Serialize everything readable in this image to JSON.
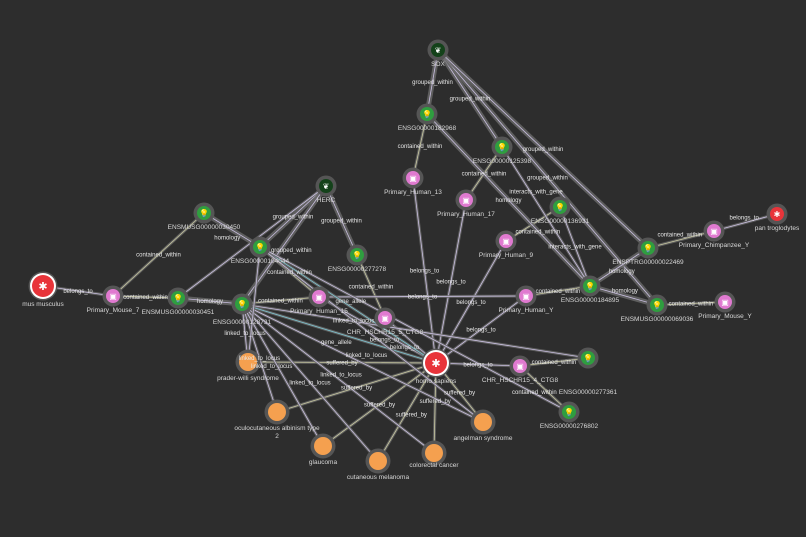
{
  "colors": {
    "background": "#2d2d2d",
    "gene": "#2f9e3f",
    "gene_group": "#14421a",
    "chromosome": "#e07ad0",
    "species": "#e8343a",
    "disease": "#f5a04f",
    "edge": "#6a6a6a",
    "edge_light": "#c8c8a0"
  },
  "nodes": [
    {
      "id": "sox",
      "label": "SOX",
      "type": "gene_group",
      "icon": "leaf-icon"
    },
    {
      "id": "herc",
      "label": "HERC",
      "type": "gene_group",
      "icon": "leaf-icon"
    },
    {
      "id": "g182968",
      "label": "ENSG00000182968",
      "type": "gene",
      "icon": "lightbulb-icon"
    },
    {
      "id": "g125398",
      "label": "ENSG00000125398",
      "type": "gene",
      "icon": "lightbulb-icon"
    },
    {
      "id": "g136931",
      "label": "ENSG00000136931",
      "type": "gene",
      "icon": "lightbulb-icon"
    },
    {
      "id": "ph13",
      "label": "Primary_Human_13",
      "type": "chromosome",
      "icon": "chromosome-icon"
    },
    {
      "id": "ph17",
      "label": "Primary_Human_17",
      "type": "chromosome",
      "icon": "chromosome-icon"
    },
    {
      "id": "ph9",
      "label": "Primary_Human_9",
      "type": "chromosome",
      "icon": "chromosome-icon"
    },
    {
      "id": "g184895",
      "label": "ENSG00000184895",
      "type": "gene",
      "icon": "lightbulb-icon"
    },
    {
      "id": "phy",
      "label": "Primary_Human_Y",
      "type": "chromosome",
      "icon": "chromosome-icon"
    },
    {
      "id": "ptr22469",
      "label": "ENSPTRG00000022469",
      "type": "gene",
      "icon": "lightbulb-icon"
    },
    {
      "id": "pcy",
      "label": "Primary_Chimpanzee_Y",
      "type": "chromosome",
      "icon": "chromosome-icon"
    },
    {
      "id": "pantro",
      "label": "pan troglodytes",
      "type": "species",
      "icon": "bug-icon"
    },
    {
      "id": "mus69036",
      "label": "ENSMUSG00000069036",
      "type": "gene",
      "icon": "lightbulb-icon"
    },
    {
      "id": "pmy",
      "label": "Primary_Mouse_Y",
      "type": "chromosome",
      "icon": "chromosome-icon"
    },
    {
      "id": "mus30450",
      "label": "ENSMUSG00000030450",
      "type": "gene",
      "icon": "lightbulb-icon"
    },
    {
      "id": "g104044",
      "label": "ENSG00000104044",
      "type": "gene",
      "icon": "lightbulb-icon"
    },
    {
      "id": "g277278",
      "label": "ENSG00000277278",
      "type": "gene",
      "icon": "lightbulb-icon"
    },
    {
      "id": "musmus",
      "label": "mus musculus",
      "type": "species",
      "icon": "bug-icon",
      "big": true
    },
    {
      "id": "pm7",
      "label": "Primary_Mouse_7",
      "type": "chromosome",
      "icon": "chromosome-icon"
    },
    {
      "id": "mus30451",
      "label": "ENSMUSG00000030451",
      "type": "gene",
      "icon": "lightbulb-icon"
    },
    {
      "id": "g128731",
      "label": "ENSG00000128731",
      "type": "gene",
      "icon": "lightbulb-icon"
    },
    {
      "id": "ph15",
      "label": "Primary_Human_15",
      "type": "chromosome",
      "icon": "chromosome-icon"
    },
    {
      "id": "chr5",
      "label": "CHR_HSCHR15_5_CTG8",
      "type": "chromosome",
      "icon": "chromosome-icon"
    },
    {
      "id": "homo",
      "label": "homo sapiens",
      "type": "species",
      "icon": "bug-icon",
      "big": true
    },
    {
      "id": "chr4",
      "label": "CHR_HSCHR15_4_CTG8",
      "type": "chromosome",
      "icon": "chromosome-icon"
    },
    {
      "id": "g277361",
      "label": "ENSG00000277361",
      "type": "gene",
      "icon": "lightbulb-icon"
    },
    {
      "id": "g276802",
      "label": "ENSG00000276802",
      "type": "gene",
      "icon": "lightbulb-icon"
    },
    {
      "id": "pws",
      "label": "prader-willi syndrome",
      "type": "disease"
    },
    {
      "id": "oca2",
      "label": "oculocutaneous albinism type 2",
      "type": "disease"
    },
    {
      "id": "glau",
      "label": "glaucoma",
      "type": "disease"
    },
    {
      "id": "cmel",
      "label": "cutaneous melanoma",
      "type": "disease"
    },
    {
      "id": "crc",
      "label": "colorectal cancer",
      "type": "disease"
    },
    {
      "id": "as",
      "label": "angelman syndrome",
      "type": "disease"
    }
  ],
  "edges": [
    {
      "s": "g182968",
      "t": "sox",
      "label": "grouped_within"
    },
    {
      "s": "g125398",
      "t": "sox",
      "label": "grouped_within"
    },
    {
      "s": "mus69036",
      "t": "sox",
      "label": "grouped_within"
    },
    {
      "s": "ptr22469",
      "t": "sox",
      "label": "grouped_within"
    },
    {
      "s": "g104044",
      "t": "herc",
      "label": "grouped_within"
    },
    {
      "s": "g277278",
      "t": "herc",
      "label": "grouped_within"
    },
    {
      "s": "g128731",
      "t": "herc",
      "label": "grouped_within"
    },
    {
      "s": "mus30451",
      "t": "herc",
      "label": ""
    },
    {
      "s": "g182968",
      "t": "ph13",
      "label": "contained_within"
    },
    {
      "s": "g125398",
      "t": "ph17",
      "label": "contained_within"
    },
    {
      "s": "g136931",
      "t": "ph9",
      "label": "contained_within"
    },
    {
      "s": "g182968",
      "t": "g184895",
      "label": "homology"
    },
    {
      "s": "g125398",
      "t": "g184895",
      "label": "interacts_with_gene"
    },
    {
      "s": "g136931",
      "t": "g184895",
      "label": "interacts_with_gene"
    },
    {
      "s": "g184895",
      "t": "phy",
      "label": "contained_within"
    },
    {
      "s": "g184895",
      "t": "ptr22469",
      "label": "homology"
    },
    {
      "s": "g184895",
      "t": "mus69036",
      "label": "homology"
    },
    {
      "s": "ptr22469",
      "t": "pcy",
      "label": "contained_within"
    },
    {
      "s": "pcy",
      "t": "pantro",
      "label": "belongs_to"
    },
    {
      "s": "mus69036",
      "t": "pmy",
      "label": "contained_within"
    },
    {
      "s": "mus30450",
      "t": "pm7",
      "label": "contained_within"
    },
    {
      "s": "mus30450",
      "t": "g104044",
      "label": "homology"
    },
    {
      "s": "pm7",
      "t": "musmus",
      "label": "belongs_to"
    },
    {
      "s": "mus30451",
      "t": "pm7",
      "label": "contained_within"
    },
    {
      "s": "mus30451",
      "t": "g128731",
      "label": "homology"
    },
    {
      "s": "g128731",
      "t": "ph15",
      "label": "contained_within"
    },
    {
      "s": "g104044",
      "t": "ph15",
      "label": "contained_within"
    },
    {
      "s": "g277278",
      "t": "chr5",
      "label": "contained_within"
    },
    {
      "s": "ph15",
      "t": "homo",
      "label": "belongs_to"
    },
    {
      "s": "chr5",
      "t": "homo",
      "label": "belongs_to"
    },
    {
      "s": "ph13",
      "t": "homo",
      "label": "belongs_to"
    },
    {
      "s": "ph17",
      "t": "homo",
      "label": "belongs_to"
    },
    {
      "s": "ph9",
      "t": "homo",
      "label": "belongs_to"
    },
    {
      "s": "phy",
      "t": "homo",
      "label": "belongs_to"
    },
    {
      "s": "chr4",
      "t": "homo",
      "label": "belongs_to"
    },
    {
      "s": "g277361",
      "t": "chr4",
      "label": "contained_within"
    },
    {
      "s": "g276802",
      "t": "chr4",
      "label": "contained_within"
    },
    {
      "s": "ph15",
      "t": "phy",
      "label": "belongs_to"
    },
    {
      "s": "g104044",
      "t": "homo",
      "label": "gene_allele"
    },
    {
      "s": "g128731",
      "t": "homo",
      "label": "gene_allele"
    },
    {
      "s": "g277361",
      "t": "g128731",
      "label": ""
    },
    {
      "s": "g276802",
      "t": "g104044",
      "label": ""
    },
    {
      "s": "pws",
      "t": "homo",
      "label": "suffered_by"
    },
    {
      "s": "oca2",
      "t": "homo",
      "label": "suffered_by"
    },
    {
      "s": "glau",
      "t": "homo",
      "label": "suffered_by"
    },
    {
      "s": "cmel",
      "t": "homo",
      "label": "suffered_by"
    },
    {
      "s": "crc",
      "t": "homo",
      "label": "suffered_by"
    },
    {
      "s": "as",
      "t": "homo",
      "label": "suffered_by"
    },
    {
      "s": "g128731",
      "t": "pws",
      "label": "linked_to_locus"
    },
    {
      "s": "g128731",
      "t": "oca2",
      "label": "linked_to_locus"
    },
    {
      "s": "g128731",
      "t": "glau",
      "label": "linked_to_locus"
    },
    {
      "s": "g128731",
      "t": "cmel",
      "label": "linked_to_locus"
    },
    {
      "s": "g128731",
      "t": "crc",
      "label": "linked_to_locus"
    },
    {
      "s": "g128731",
      "t": "as",
      "label": "linked_to_locus"
    },
    {
      "s": "g104044",
      "t": "pws",
      "label": ""
    },
    {
      "s": "g104044",
      "t": "as",
      "label": "linked_to_locus"
    }
  ]
}
